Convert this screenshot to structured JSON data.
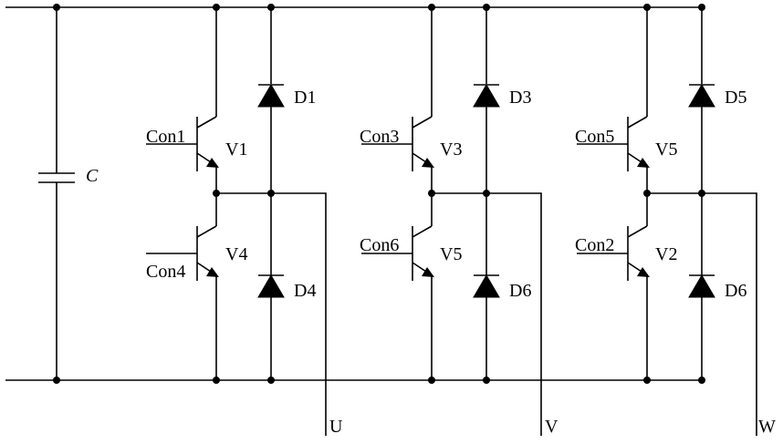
{
  "capacitor": {
    "label": "C"
  },
  "legs": [
    {
      "upper": {
        "control": "Con1",
        "transistor": "V1",
        "diode": "D1"
      },
      "lower": {
        "control": "Con4",
        "transistor": "V4",
        "diode": "D4"
      },
      "output": "U"
    },
    {
      "upper": {
        "control": "Con3",
        "transistor": "V3",
        "diode": "D3"
      },
      "lower": {
        "control": "Con6",
        "transistor": "V5",
        "diode": "D6"
      },
      "output": "V"
    },
    {
      "upper": {
        "control": "Con5",
        "transistor": "V5",
        "diode": "D5"
      },
      "lower": {
        "control": "Con2",
        "transistor": "V2",
        "diode": "D6"
      },
      "output": "W"
    }
  ]
}
